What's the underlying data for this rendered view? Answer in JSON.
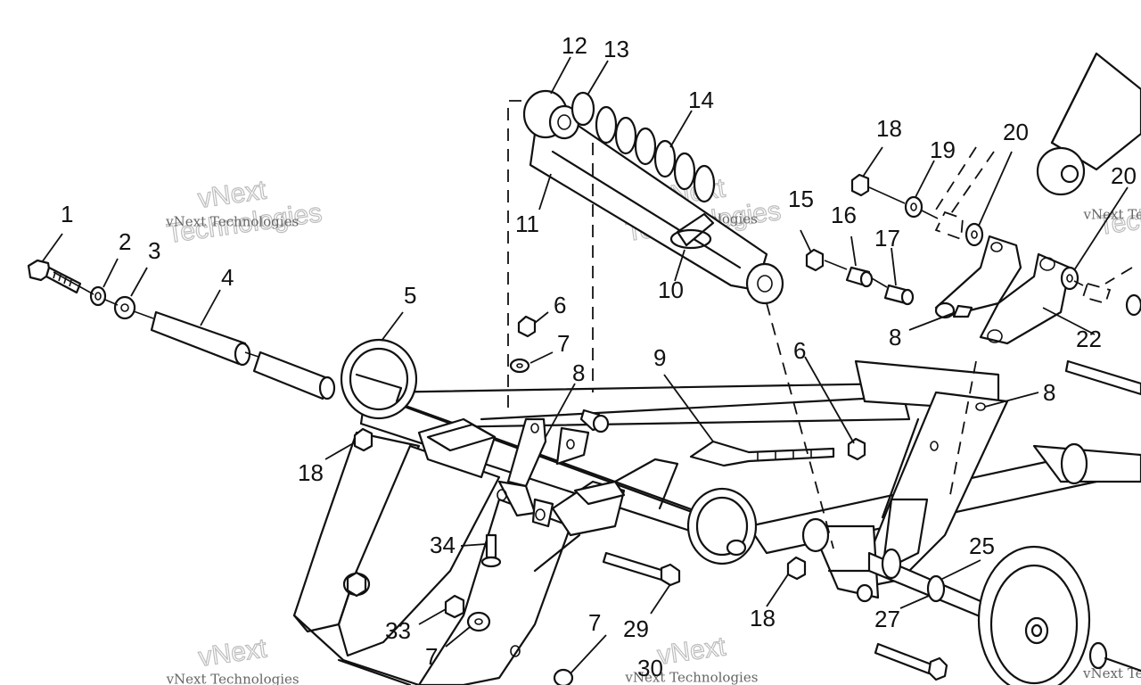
{
  "diagram": {
    "callouts": [
      {
        "id": "c1",
        "text": "1"
      },
      {
        "id": "c2",
        "text": "2"
      },
      {
        "id": "c3",
        "text": "3"
      },
      {
        "id": "c4",
        "text": "4"
      },
      {
        "id": "c5",
        "text": "5"
      },
      {
        "id": "c6a",
        "text": "6"
      },
      {
        "id": "c6b",
        "text": "6"
      },
      {
        "id": "c7a",
        "text": "7"
      },
      {
        "id": "c7b",
        "text": "7"
      },
      {
        "id": "c7c",
        "text": "7"
      },
      {
        "id": "c8a",
        "text": "8"
      },
      {
        "id": "c8b",
        "text": "8"
      },
      {
        "id": "c8c",
        "text": "8"
      },
      {
        "id": "c9",
        "text": "9"
      },
      {
        "id": "c10",
        "text": "10"
      },
      {
        "id": "c11",
        "text": "11"
      },
      {
        "id": "c12",
        "text": "12"
      },
      {
        "id": "c13",
        "text": "13"
      },
      {
        "id": "c14",
        "text": "14"
      },
      {
        "id": "c15",
        "text": "15"
      },
      {
        "id": "c16",
        "text": "16"
      },
      {
        "id": "c17",
        "text": "17"
      },
      {
        "id": "c18a",
        "text": "18"
      },
      {
        "id": "c18b",
        "text": "18"
      },
      {
        "id": "c18c",
        "text": "18"
      },
      {
        "id": "c19",
        "text": "19"
      },
      {
        "id": "c20a",
        "text": "20"
      },
      {
        "id": "c20b",
        "text": "20"
      },
      {
        "id": "c22",
        "text": "22"
      },
      {
        "id": "c25",
        "text": "25"
      },
      {
        "id": "c27",
        "text": "27"
      },
      {
        "id": "c29",
        "text": "29"
      },
      {
        "id": "c30",
        "text": "30"
      },
      {
        "id": "c33",
        "text": "33"
      },
      {
        "id": "c34",
        "text": "34"
      }
    ],
    "watermark": {
      "line1": "vNext Technologies",
      "line2": "Technologies",
      "line3": "vNext"
    }
  }
}
